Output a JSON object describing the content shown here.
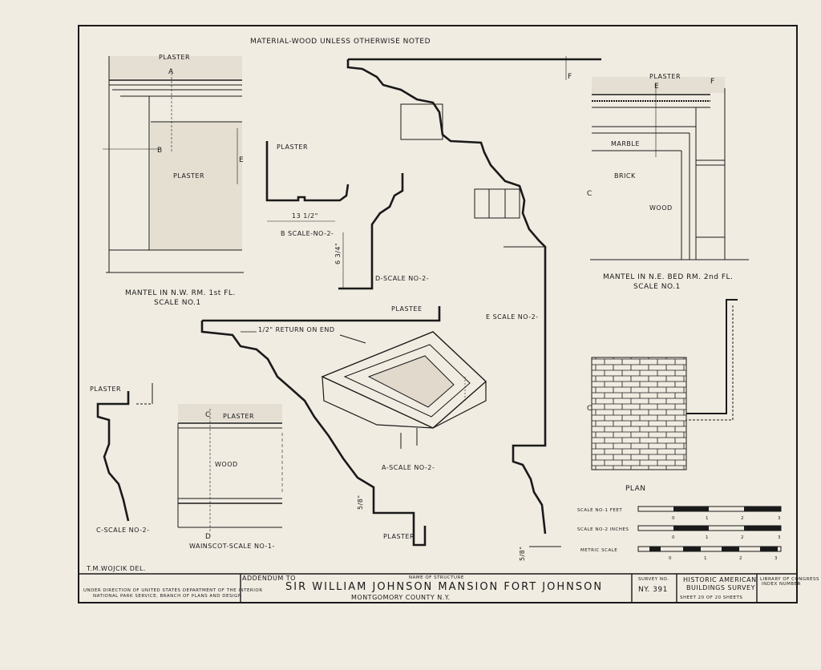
{
  "header_note": "MATERIAL-WOOD UNLESS OTHERWISE NOTED",
  "labels": {
    "plaster": "PLASTER",
    "plastee": "PLASTEE",
    "marble": "MARBLE",
    "brick": "BRICK",
    "wood": "WOOD",
    "wood_caps": "WOOD",
    "return_on_end": "1/2\" RETURN ON END",
    "sec_a": "A",
    "sec_b": "B",
    "sec_c": "C",
    "sec_d": "D",
    "sec_e": "E",
    "sec_f": "F",
    "plan": "PLAN"
  },
  "dims": {
    "b_width": "13 1/2\"",
    "d_height": "6 3/4\"",
    "a_height": "5/8\"",
    "e_height": "5/8\""
  },
  "captions": {
    "mantel_nw": "MANTEL IN N.W. RM. 1st FL.",
    "mantel_nw_scale": "SCALE NO.1",
    "mantel_ne": "MANTEL IN N.E. BED RM. 2nd FL.",
    "mantel_ne_scale": "SCALE NO.1",
    "b_scale": "B SCALE-NO-2-",
    "d_scale": "D-SCALE NO-2-",
    "e_scale": "E SCALE NO-2-",
    "a_scale": "A-SCALE NO-2-",
    "c_scale": "C-SCALE NO-2-",
    "wainscot": "WAINSCOT-SCALE NO-1-"
  },
  "scales": {
    "scale1": "SCALE NO-1 FEET",
    "scale2": "SCALE NO-2 INCHES",
    "metric": "METRIC SCALE",
    "ticks1": [
      "0",
      "1",
      "2",
      "3"
    ],
    "ticks2": [
      "0",
      "1",
      "2",
      "3"
    ],
    "ticks3": [
      "0",
      "1",
      "2",
      "3"
    ]
  },
  "title_block": {
    "drafter": "T.M.WOJCIK  DEL.",
    "agency_note_1": "UNDER DIRECTION OF UNITED STATES DEPARTMENT OF THE INTERIOR",
    "agency_note_2": "NATIONAL PARK SERVICE, BRANCH OF PLANS AND DESIGN",
    "addendum": "ADDENDUM TO",
    "name_label": "NAME OF STRUCTURE",
    "structure_name": "SIR WILLIAM JOHNSON MANSION  FORT JOHNSON",
    "location": "MONTGOMORY  COUNTY   N.Y.",
    "survey_label": "SURVEY NO.",
    "survey_no": "NY. 391",
    "habs_1": "HISTORIC AMERICAN",
    "habs_2": "BUILDINGS SURVEY",
    "sheet": "SHEET 20 OF 20 SHEETS",
    "loc_1": "LIBRARY OF CONGRESS",
    "loc_2": "INDEX NUMBER"
  },
  "colors": {
    "paper": "#f1ece2",
    "ink": "#1a1a1a"
  }
}
